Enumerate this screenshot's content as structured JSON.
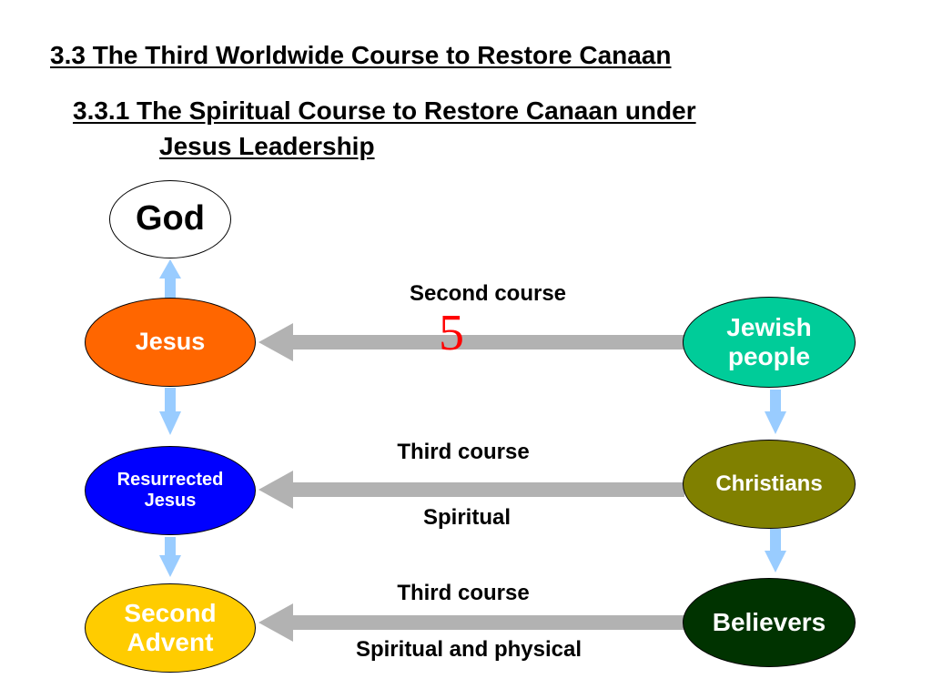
{
  "title": {
    "main": "3.3 The Third Worldwide Course to Restore Canaan",
    "sub_line1": "3.3.1 The Spiritual Course to Restore Canaan under",
    "sub_line2": "Jesus Leadership"
  },
  "nodes": {
    "god": {
      "label": "God",
      "fill": "#ffffff",
      "text_color": "#000000"
    },
    "jesus": {
      "label": "Jesus",
      "fill": "#ff6600",
      "text_color": "#ffffff"
    },
    "resurrected_jesus": {
      "line1": "Resurrected",
      "line2": "Jesus",
      "fill": "#0000ff",
      "text_color": "#ffffff"
    },
    "second_advent": {
      "line1": "Second",
      "line2": "Advent",
      "fill": "#ffcc00",
      "text_color": "#ffffff"
    },
    "jewish_people": {
      "line1": "Jewish",
      "line2": "people",
      "fill": "#00cc99",
      "text_color": "#ffffff"
    },
    "christians": {
      "label": "Christians",
      "fill": "#808000",
      "text_color": "#ffffff"
    },
    "believers": {
      "label": "Believers",
      "fill": "#003300",
      "text_color": "#ffffff"
    }
  },
  "edges": {
    "second_course": {
      "label": "Second course",
      "number": "5"
    },
    "third_course_spiritual": {
      "label": "Third course",
      "sublabel": "Spiritual"
    },
    "third_course_physical": {
      "label": "Third course",
      "sublabel": "Spiritual and physical"
    }
  },
  "colors": {
    "horizontal_arrow": "#b2b2b2",
    "vertical_arrow": "#99ccff",
    "number_highlight": "#ff0000"
  }
}
